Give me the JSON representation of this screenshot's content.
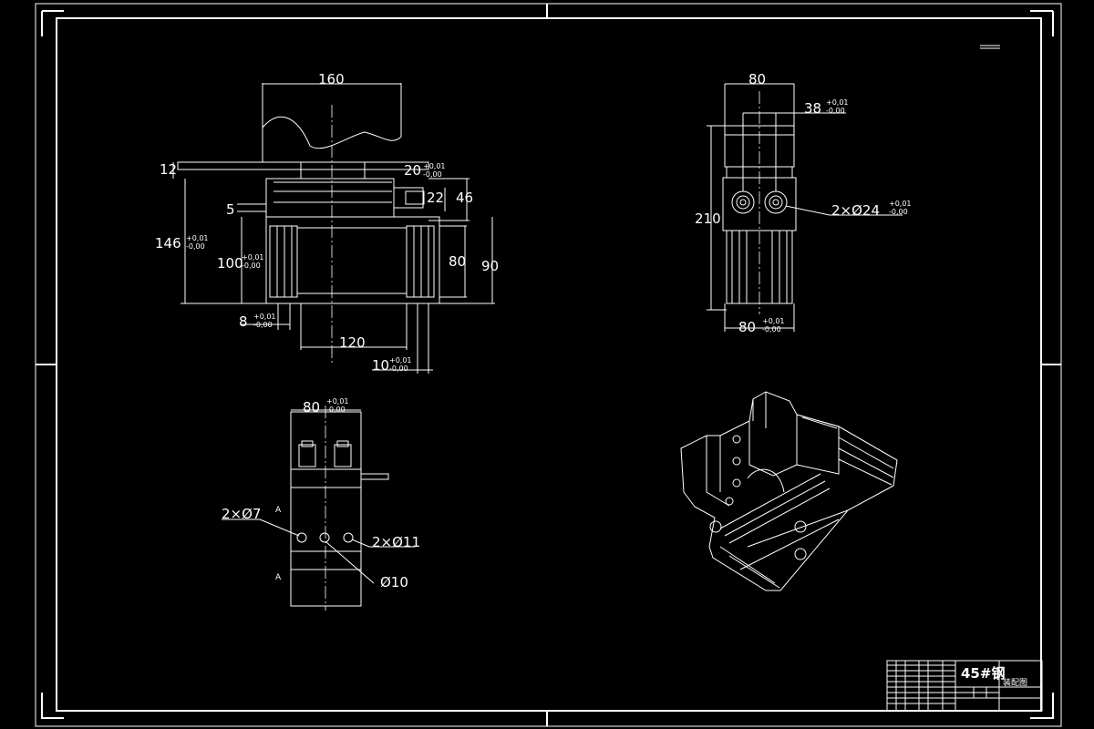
{
  "front_view": {
    "width_top": "160",
    "dim_12": "12",
    "dim_20": "20",
    "dim_22": "22",
    "dim_46": "46",
    "dim_5": "5",
    "dim_146": "146",
    "dim_100": "100",
    "dim_80": "80",
    "dim_90": "90",
    "dim_8": "8",
    "dim_120": "120",
    "dim_10": "10",
    "tol_upper": "+0,01",
    "tol_lower": "-0,00"
  },
  "side_view": {
    "dim_80_top": "80",
    "dim_38": "38",
    "dim_210": "210",
    "dim_80_bottom": "80",
    "hole_label": "2×Ø24",
    "tol_upper": "+0,01",
    "tol_lower": "-0,00"
  },
  "bottom_view": {
    "dim_80": "80",
    "hole_7": "2×Ø7",
    "hole_11": "2×Ø11",
    "hole_10": "Ø10",
    "tol_upper": "+0,01",
    "tol_lower": "-0,00"
  },
  "title_block": {
    "material": "45#钢",
    "part_name": "装配图"
  }
}
